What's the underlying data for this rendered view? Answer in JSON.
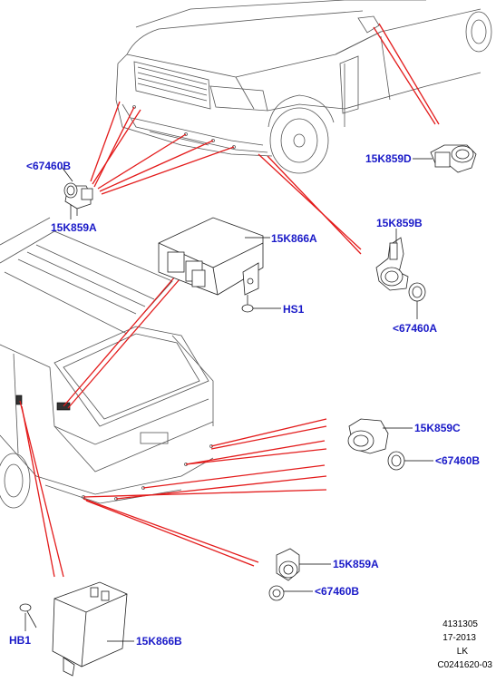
{
  "callouts": {
    "c_67460b_top": "<67460B",
    "c_15k859a_top": "15K859A",
    "c_15k859d": "15K859D",
    "c_15k866a": "15K866A",
    "c_15k859b": "15K859B",
    "c_hs1": "HS1",
    "c_67460a": "<67460A",
    "c_15k859c": "15K859C",
    "c_67460b_right": "<67460B",
    "c_15k859a_bottom": "15K859A",
    "c_67460b_bottom": "<67460B",
    "c_hb1": "HB1",
    "c_15k866b": "15K866B"
  },
  "reference": {
    "line1": "4131305",
    "line2": "17-2013",
    "line3": "LK",
    "line4": "C0241620-03"
  },
  "colors": {
    "callout_text": "#1a1ac8",
    "leader_lines": "#e31b1b",
    "line_art": "#555555"
  }
}
